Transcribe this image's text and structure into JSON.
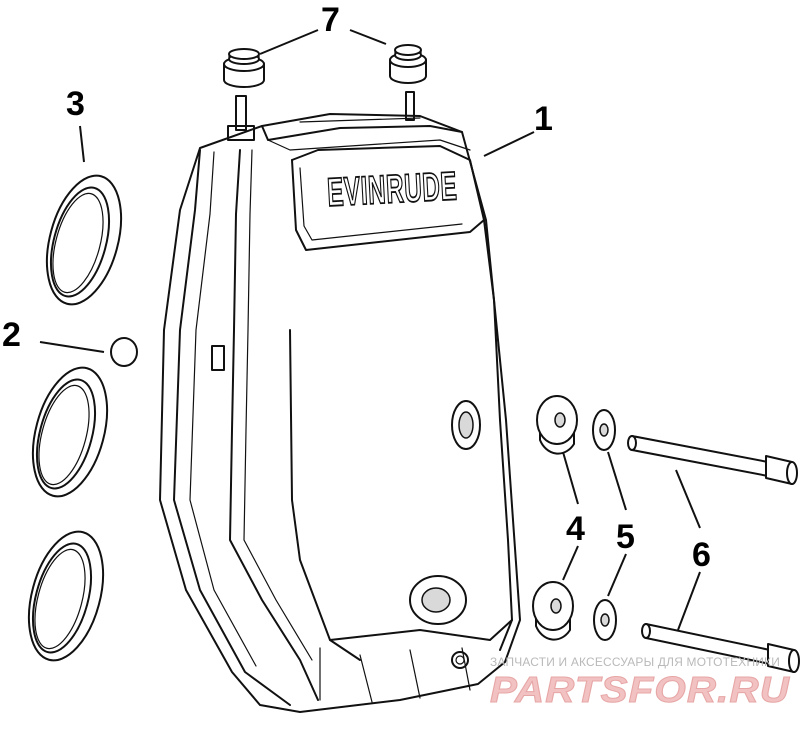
{
  "diagram": {
    "brand_label": "EVINRUDE",
    "callouts": [
      "1",
      "2",
      "3",
      "4",
      "5",
      "6",
      "7"
    ]
  },
  "watermark": {
    "caption": "ЗАПЧАСТИ И АКСЕССУАРЫ ДЛЯ МОТОТЕХНИКИ",
    "site": "PARTSFOR.RU"
  }
}
